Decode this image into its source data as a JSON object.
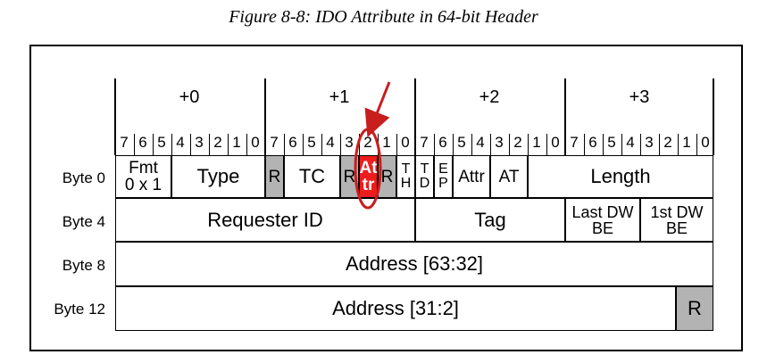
{
  "caption": "Figure 8-8: IDO Attribute in 64-bit Header",
  "byte_offsets": [
    "+0",
    "+1",
    "+2",
    "+3"
  ],
  "bit_numbers": [
    "7",
    "6",
    "5",
    "4",
    "3",
    "2",
    "1",
    "0"
  ],
  "row_labels": [
    "Byte 0",
    "Byte 4",
    "Byte 8",
    "Byte 12"
  ],
  "fields": {
    "fmt_l1": "Fmt",
    "fmt_l2": "0 x 1",
    "type": "Type",
    "r1": "R",
    "tc": "TC",
    "r2": "R",
    "attr_hi_l1": "At",
    "attr_hi_l2": "tr",
    "r3": "R",
    "th_l1": "T",
    "th_l2": "H",
    "td_l1": "T",
    "td_l2": "D",
    "ep_l1": "E",
    "ep_l2": "P",
    "attr": "Attr",
    "at": "AT",
    "length": "Length",
    "requester_id": "Requester ID",
    "tag": "Tag",
    "last_dw_be_l1": "Last DW",
    "last_dw_be_l2": "BE",
    "first_dw_be_l1": "1st DW",
    "first_dw_be_l2": "BE",
    "addr_hi": "Address [63:32]",
    "addr_lo": "Address [31:2]",
    "r4": "R"
  },
  "colors": {
    "reserved": "#b3b3b3",
    "highlight": "#ee1c1c"
  }
}
